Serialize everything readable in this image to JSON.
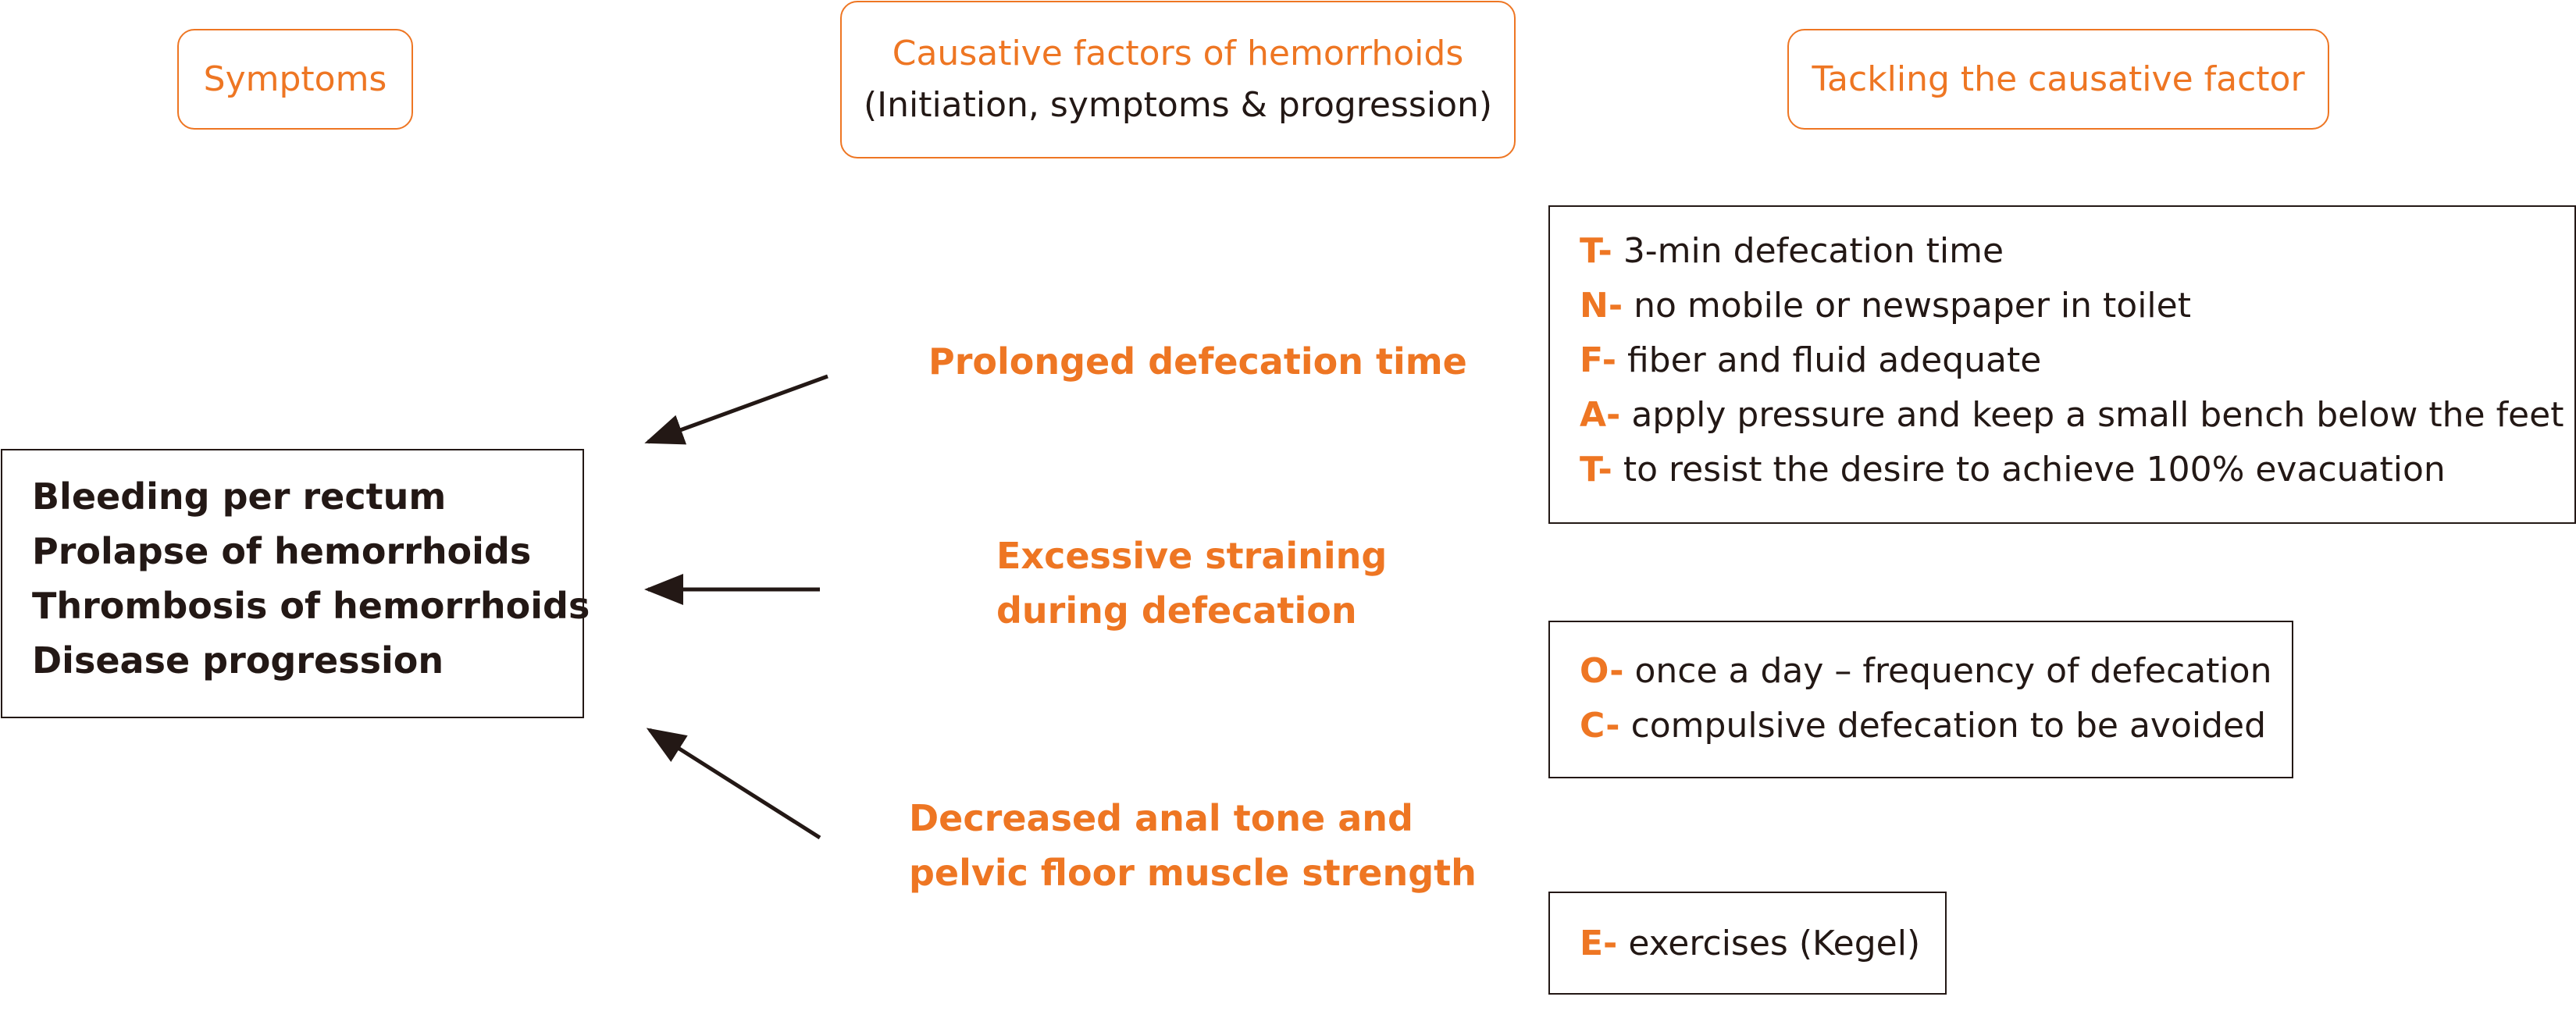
{
  "headers": {
    "symptoms": "Symptoms",
    "causative_title": "Causative factors of hemorrhoids",
    "causative_sub": "(Initiation, symptoms & progression)",
    "tackling": "Tackling the causative factor"
  },
  "symptoms": [
    "Bleeding per rectum",
    "Prolapse of hemorrhoids",
    "Thrombosis of hemorrhoids",
    "Disease progression"
  ],
  "factors": {
    "prolonged": [
      "Prolonged defecation time"
    ],
    "straining": [
      "Excessive straining",
      "during defecation"
    ],
    "anal_tone": [
      "Decreased anal tone and",
      "pelvic floor muscle strength"
    ]
  },
  "tips_group1": [
    {
      "letter": "T-",
      "text": "3-min defecation time"
    },
    {
      "letter": "N-",
      "text": "no mobile or newspaper in toilet"
    },
    {
      "letter": "F-",
      "text": "fiber and fluid adequate"
    },
    {
      "letter": "A-",
      "text": "apply pressure and keep a small bench below the feet"
    },
    {
      "letter": "T-",
      "text": "to resist the desire to achieve 100% evacuation"
    }
  ],
  "tips_group2": [
    {
      "letter": "O-",
      "text": "once a day – frequency of defecation"
    },
    {
      "letter": "C-",
      "text": "compulsive defecation to be avoided"
    }
  ],
  "tips_group3": [
    {
      "letter": "E-",
      "text": "exercises (Kegel)"
    }
  ],
  "colors": {
    "accent": "#ee7623",
    "text": "#231815"
  }
}
